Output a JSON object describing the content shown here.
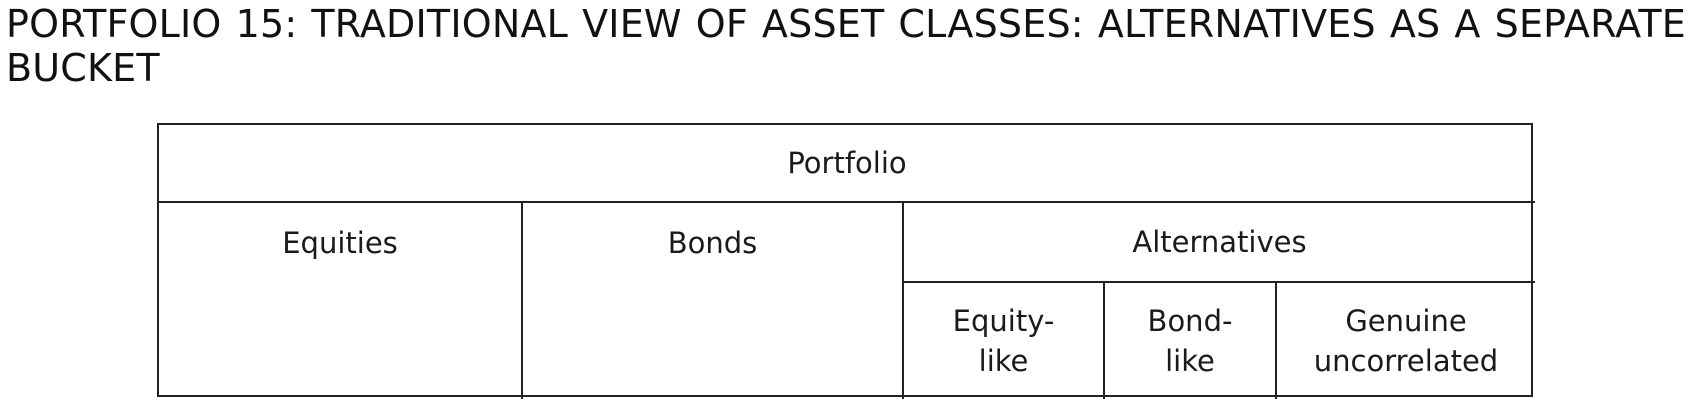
{
  "title": "PORTFOLIO 15: TRADITIONAL VIEW OF ASSET CLASSES: ALTERNATIVES AS A SEPARATE BUCKET",
  "diagram": {
    "root": "Portfolio",
    "level1": {
      "equities": "Equities",
      "bonds": "Bonds",
      "alternatives": "Alternatives"
    },
    "alternatives_children": {
      "equity_like": {
        "line1": "Equity-",
        "line2": "like"
      },
      "bond_like": {
        "line1": "Bond-",
        "line2": "like"
      },
      "genuine": {
        "line1": "Genuine",
        "line2": "uncorrelated"
      }
    }
  }
}
